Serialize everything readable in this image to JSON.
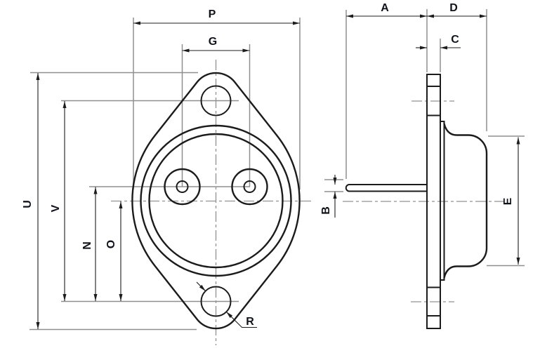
{
  "front_view": {
    "labels": {
      "p": "P",
      "g": "G",
      "u": "U",
      "v": "V",
      "n": "N",
      "o": "O",
      "r": "R"
    }
  },
  "side_view": {
    "labels": {
      "a": "A",
      "d": "D",
      "c": "C",
      "b": "B",
      "e": "E"
    }
  },
  "colors": {
    "line": "#1b1b1b",
    "dimension_line": "#1c1c1c",
    "extension_line": "#8f8f8f",
    "center_line": "#929292",
    "label": "#10131a",
    "background": "#ffffff"
  }
}
